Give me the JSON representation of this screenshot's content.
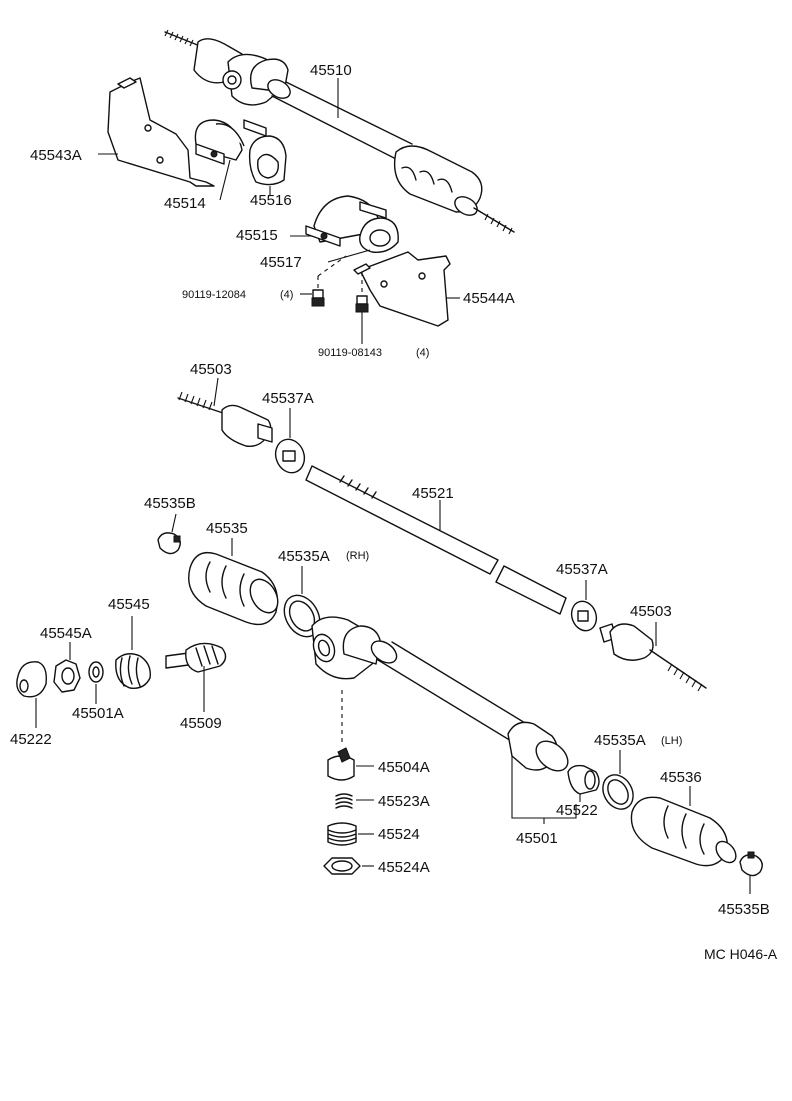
{
  "labels": {
    "p45510": "45510",
    "p45543A": "45543A",
    "p45514": "45514",
    "p45516": "45516",
    "p45515": "45515",
    "p45517": "45517",
    "p9011912084": "90119-12084",
    "q9011912084": "(4)",
    "p45544A": "45544A",
    "p9011908143": "90119-08143",
    "q9011908143": "(4)",
    "p45503a": "45503",
    "p45537Aa": "45537A",
    "p45521": "45521",
    "p45535Ba": "45535B",
    "p45535": "45535",
    "p45535A_rh": "45535A",
    "s_rh": "(RH)",
    "p45537Ab": "45537A",
    "p45503b": "45503",
    "p45545": "45545",
    "p45545A": "45545A",
    "p45222": "45222",
    "p45501A": "45501A",
    "p45509": "45509",
    "p45504A": "45504A",
    "p45523A": "45523A",
    "p45524": "45524",
    "p45524A": "45524A",
    "p45535A_lh": "45535A",
    "s_lh": "(LH)",
    "p45536": "45536",
    "p45522": "45522",
    "p45501": "45501",
    "p45535Bb": "45535B",
    "code": "MC  H046-A"
  }
}
